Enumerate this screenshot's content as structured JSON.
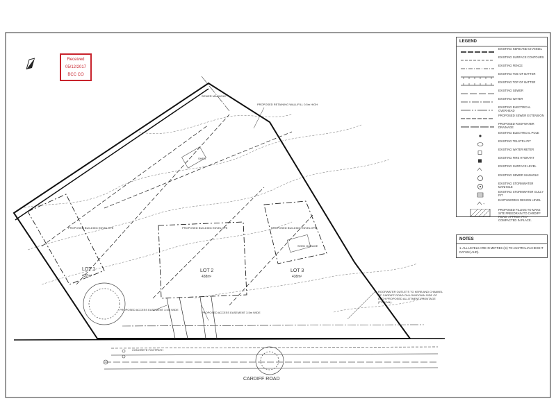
{
  "stamp": {
    "line1": "Received",
    "line2": "05/12/2017",
    "line3": "BCC CO"
  },
  "legend": {
    "title": "LEGEND",
    "items": [
      {
        "label": "EXISTING KERB AND CHANNEL"
      },
      {
        "label": "EXISTING SURFACE CONTOURS"
      },
      {
        "label": "EXISTING FENCE"
      },
      {
        "label": "EXISTING TOE OF BATTER"
      },
      {
        "label": "EXISTING TOP OF BATTER"
      },
      {
        "label": "EXISTING SEWER"
      },
      {
        "label": "EXISTING WATER"
      },
      {
        "label": "EXISTING ELECTRICAL OVERHEAD"
      },
      {
        "label": "PROPOSED SEWER EXTENSION"
      },
      {
        "label": "PROPOSED ROOFWATER DRAINAGE"
      },
      {
        "label": "EXISTING ELECTRICAL POLE"
      },
      {
        "label": "EXISTING TELSTRA PIT"
      },
      {
        "label": "EXISTING WATER METER"
      },
      {
        "label": "EXISTING FIRE HYDRANT"
      },
      {
        "label": "EXISTING SURFACE LEVEL"
      },
      {
        "label": "EXISTING SEWER MANHOLE"
      },
      {
        "label": "EXISTING STORMWATER MANHOLE"
      },
      {
        "label": "EXISTING STORMWATER GULLY PIT"
      },
      {
        "label": "EARTHWORKS DESIGN LEVEL"
      },
      {
        "label": "PROPOSED FILLING TO MAKE SITE FREEDRAIN TO CARDIFF ROAD. APPROX 77m³ COMPACTED IN PLACE."
      }
    ]
  },
  "notes": {
    "title": "NOTES",
    "text": "1.  ALL LEVELS ARE IN METRES (m) TO AUSTRALIAN HEIGHT DATUM (AHD)."
  },
  "plan": {
    "road_label": "CARDIFF ROAD",
    "lot1": {
      "name": "LOT 1",
      "area": "437m²",
      "envelope": "PROPOSED BUILDING ENVELOPE"
    },
    "lot2": {
      "name": "LOT 2",
      "area": "438m²",
      "envelope": "PROPOSED BUILDING ENVELOPE"
    },
    "lot3": {
      "name": "LOT 3",
      "area": "438m²",
      "envelope": "PROPOSED BUILDING ENVELOPE"
    },
    "easement1": "PROPOSED ACCESS EASEMENT 3.5m WIDE",
    "easement2": "PROPOSED ACCESS EASEMENT 3.5m WIDE",
    "retaining": "PROPOSED RETAINING WALL/FILL 0.5m HIGH",
    "sewer_note": "SEWER MANHOLE",
    "roofwater_note": "ROOFWATER OUTLETS TO KERB AND CHANNEL OF CARDIFF ROAD ON LOW/DOWN SIDE OF EACH PROPOSED ALLOTMENT FRONTAGE (TYPICAL).",
    "shed_label": "SHED",
    "garage_label": "SHED GARAGE",
    "footpath_label": "CONCRETE FOOTPATH"
  }
}
